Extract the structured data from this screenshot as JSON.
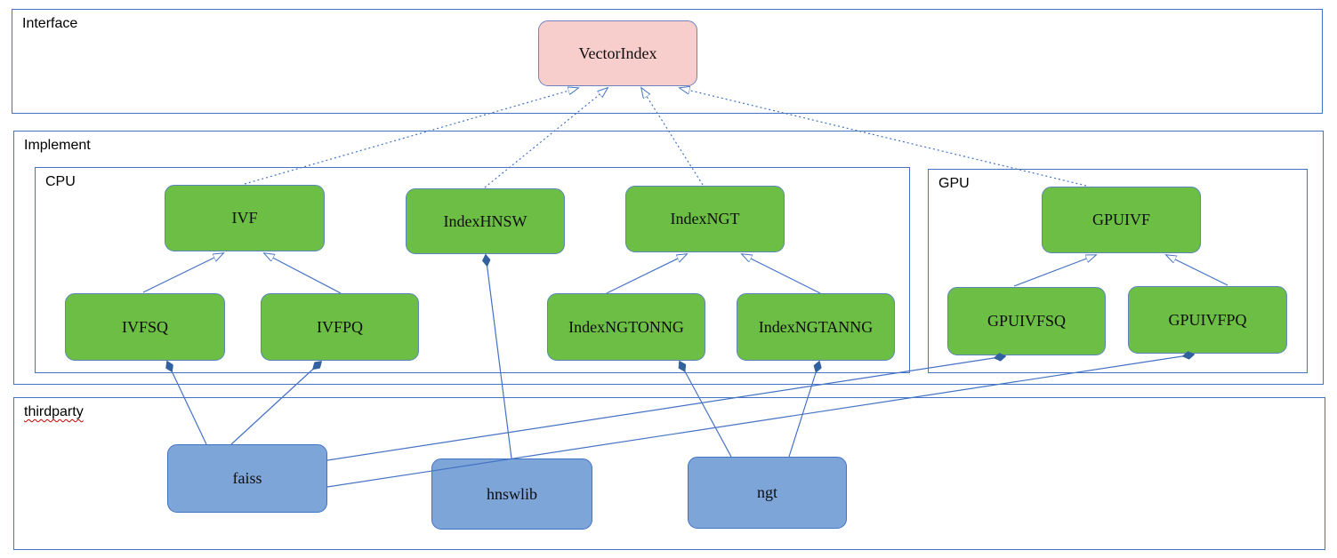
{
  "diagram": {
    "containers": {
      "interface": {
        "label": "Interface"
      },
      "implement": {
        "label": "Implement"
      },
      "cpu": {
        "label": "CPU"
      },
      "gpu": {
        "label": "GPU"
      },
      "thirdparty": {
        "label": "thirdparty",
        "spellcheck_underline": true
      }
    },
    "nodes": {
      "vectorindex": {
        "label": "VectorIndex",
        "kind": "interface",
        "fill": "#f8cecc"
      },
      "ivf": {
        "label": "IVF",
        "kind": "implementation-cpu",
        "fill": "#6cbe45"
      },
      "indexhnsw": {
        "label": "IndexHNSW",
        "kind": "implementation-cpu",
        "fill": "#6cbe45"
      },
      "indexngt": {
        "label": "IndexNGT",
        "kind": "implementation-cpu",
        "fill": "#6cbe45"
      },
      "ivfsq": {
        "label": "IVFSQ",
        "kind": "implementation-cpu",
        "fill": "#6cbe45"
      },
      "ivfpq": {
        "label": "IVFPQ",
        "kind": "implementation-cpu",
        "fill": "#6cbe45"
      },
      "indexngtonng": {
        "label": "IndexNGTONNG",
        "kind": "implementation-cpu",
        "fill": "#6cbe45"
      },
      "indexngtanng": {
        "label": "IndexNGTANNG",
        "kind": "implementation-cpu",
        "fill": "#6cbe45"
      },
      "gpuivf": {
        "label": "GPUIVF",
        "kind": "implementation-gpu",
        "fill": "#6cbe45"
      },
      "gpuivfsq": {
        "label": "GPUIVFSQ",
        "kind": "implementation-gpu",
        "fill": "#6cbe45"
      },
      "gpuivfpq": {
        "label": "GPUIVFPQ",
        "kind": "implementation-gpu",
        "fill": "#6cbe45"
      },
      "faiss": {
        "label": "faiss",
        "kind": "thirdparty-library",
        "fill": "#7da5d8"
      },
      "hnswlib": {
        "label": "hnswlib",
        "kind": "thirdparty-library",
        "fill": "#7da5d8"
      },
      "ngt": {
        "label": "ngt",
        "kind": "thirdparty-library",
        "fill": "#7da5d8"
      }
    },
    "edges": [
      {
        "from": "ivf",
        "to": "vectorindex",
        "type": "realization-dashed-hollow-arrow"
      },
      {
        "from": "indexhnsw",
        "to": "vectorindex",
        "type": "realization-dashed-hollow-arrow"
      },
      {
        "from": "indexngt",
        "to": "vectorindex",
        "type": "realization-dashed-hollow-arrow"
      },
      {
        "from": "gpuivf",
        "to": "vectorindex",
        "type": "realization-dashed-hollow-arrow"
      },
      {
        "from": "ivfsq",
        "to": "ivf",
        "type": "inheritance-hollow-arrow"
      },
      {
        "from": "ivfpq",
        "to": "ivf",
        "type": "inheritance-hollow-arrow"
      },
      {
        "from": "indexngtonng",
        "to": "indexngt",
        "type": "inheritance-hollow-arrow"
      },
      {
        "from": "indexngtanng",
        "to": "indexngt",
        "type": "inheritance-hollow-arrow"
      },
      {
        "from": "gpuivfsq",
        "to": "gpuivf",
        "type": "inheritance-hollow-arrow"
      },
      {
        "from": "gpuivfpq",
        "to": "gpuivf",
        "type": "inheritance-hollow-arrow"
      },
      {
        "from": "ivfsq",
        "to": "faiss",
        "type": "composition-filled-diamond"
      },
      {
        "from": "ivfpq",
        "to": "faiss",
        "type": "composition-filled-diamond"
      },
      {
        "from": "indexhnsw",
        "to": "hnswlib",
        "type": "composition-filled-diamond"
      },
      {
        "from": "indexngtonng",
        "to": "ngt",
        "type": "composition-filled-diamond"
      },
      {
        "from": "indexngtanng",
        "to": "ngt",
        "type": "composition-filled-diamond"
      },
      {
        "from": "gpuivfsq",
        "to": "faiss",
        "type": "composition-filled-diamond"
      },
      {
        "from": "gpuivfpq",
        "to": "faiss",
        "type": "composition-filled-diamond"
      }
    ],
    "colors": {
      "interface_node_fill": "#f8cecc",
      "implementation_node_fill": "#6cbe45",
      "thirdparty_node_fill": "#7da5d8",
      "container_border": "#4472c4",
      "edge_line": "#4472c4",
      "diamond_fill": "#33609f",
      "spellcheck_squiggle": "#cc0000"
    }
  }
}
